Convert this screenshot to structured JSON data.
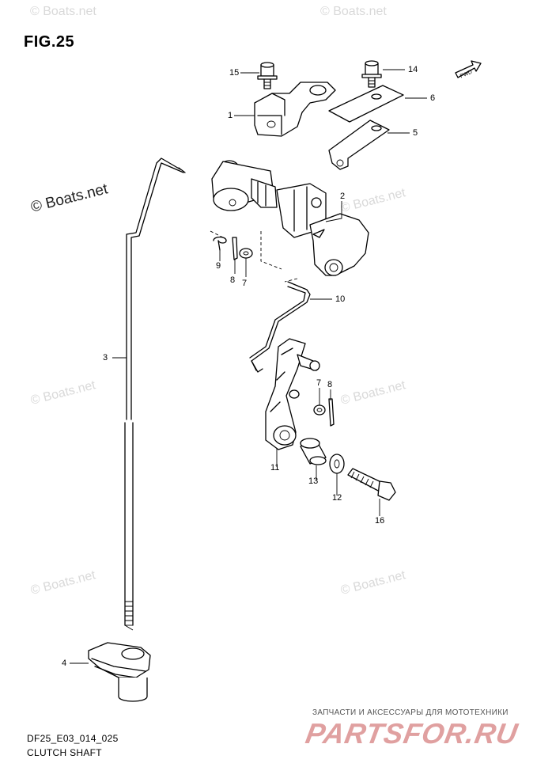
{
  "figure": {
    "title": "FIG.25",
    "code": "DF25_E03_014_025",
    "caption": "CLUTCH SHAFT",
    "fwd_label": "FWD"
  },
  "watermarks": [
    "© Boats.net",
    "© Boats.net",
    "© Boats.net",
    "© Boats.net",
    "© Boats.net",
    "© Boats.net",
    "© Boats.net",
    "© Boats.net"
  ],
  "ad": {
    "tagline": "ЗАПЧАСТИ И АКСЕССУАРЫ ДЛЯ МОТОТЕХНИКИ",
    "logo": "PARTSFOR.RU"
  },
  "callouts": [
    {
      "id": "c1",
      "label": "1"
    },
    {
      "id": "c2",
      "label": "2"
    },
    {
      "id": "c3",
      "label": "3"
    },
    {
      "id": "c4",
      "label": "4"
    },
    {
      "id": "c5",
      "label": "5"
    },
    {
      "id": "c6",
      "label": "6"
    },
    {
      "id": "c7a",
      "label": "7"
    },
    {
      "id": "c7b",
      "label": "7"
    },
    {
      "id": "c8a",
      "label": "8"
    },
    {
      "id": "c8b",
      "label": "8"
    },
    {
      "id": "c9",
      "label": "9"
    },
    {
      "id": "c10",
      "label": "10"
    },
    {
      "id": "c11",
      "label": "11"
    },
    {
      "id": "c12",
      "label": "12"
    },
    {
      "id": "c13",
      "label": "13"
    },
    {
      "id": "c14",
      "label": "14"
    },
    {
      "id": "c15",
      "label": "15"
    },
    {
      "id": "c16",
      "label": "16"
    }
  ]
}
